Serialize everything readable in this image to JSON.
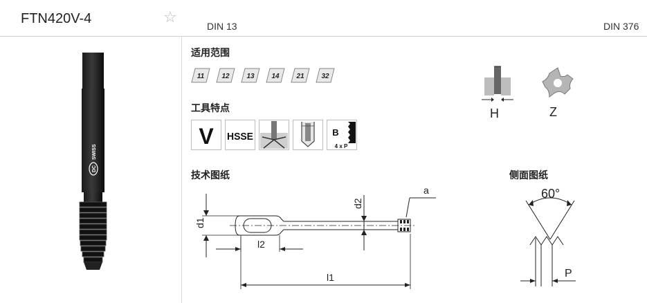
{
  "header": {
    "product_code": "FTN420V-4",
    "favorite_icon": "star-outline-icon",
    "standard_left": "DIN 13",
    "standard_right": "DIN 376"
  },
  "product_image": {
    "logo_text": "DC",
    "brand_text": "SWISS"
  },
  "application": {
    "heading": "适用范围",
    "badges": [
      "11",
      "12",
      "13",
      "14",
      "21",
      "32"
    ]
  },
  "features": {
    "heading": "工具特点",
    "items": [
      {
        "name": "v-coating-icon",
        "text": "V"
      },
      {
        "name": "hsse-material-icon",
        "text": "HSSE"
      },
      {
        "name": "cooling-icon",
        "text": ""
      },
      {
        "name": "blind-hole-icon",
        "text": ""
      },
      {
        "name": "b-chamfer-icon",
        "text": "B",
        "sub": "4 x P"
      }
    ]
  },
  "hole_types": {
    "h_label": "H",
    "z_label": "Z"
  },
  "technical_drawing": {
    "heading": "技术图纸",
    "labels": {
      "d1": "d1",
      "l2": "l2",
      "d2": "d2",
      "a": "a",
      "l1": "l1"
    }
  },
  "side_drawing": {
    "heading": "侧面图纸",
    "angle": "60°",
    "pitch": "P"
  }
}
